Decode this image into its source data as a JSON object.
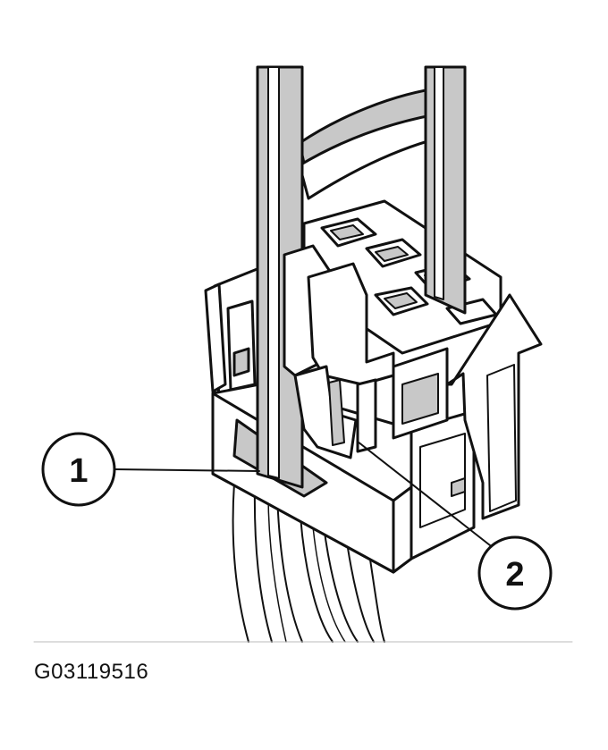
{
  "callouts": [
    {
      "id": 1,
      "label": "1"
    },
    {
      "id": 2,
      "label": "2"
    }
  ],
  "figure_id": "G03119516",
  "colors": {
    "ink": "#111111",
    "shade": "#c8c8c8",
    "background": "#ffffff"
  }
}
